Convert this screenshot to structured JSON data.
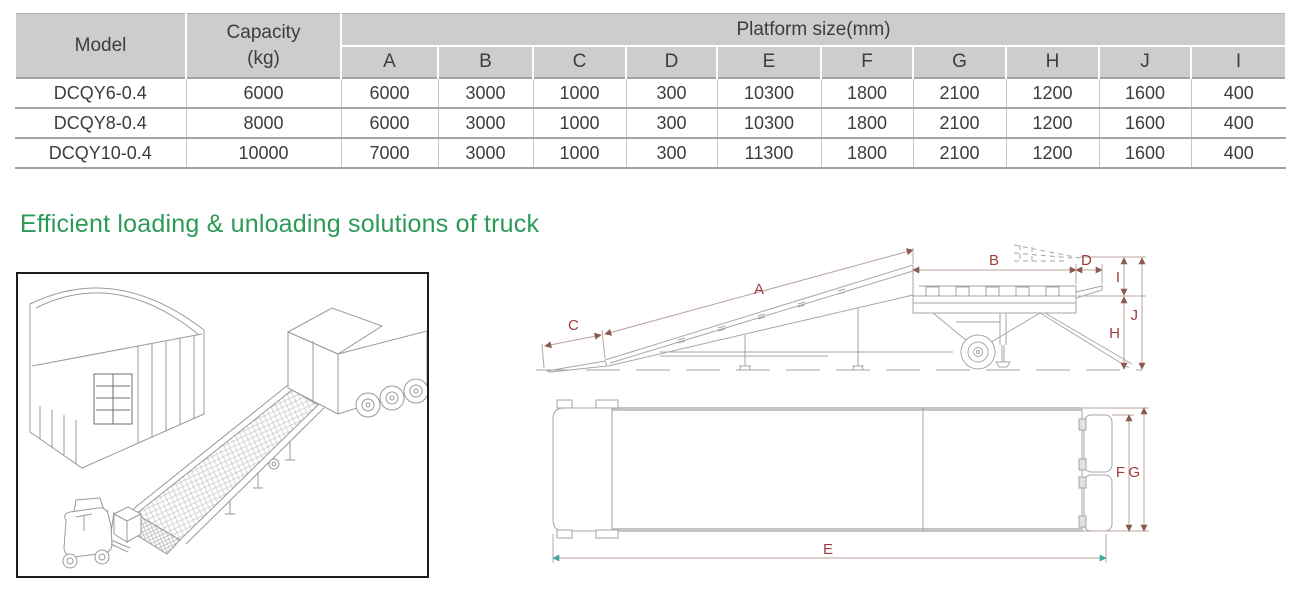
{
  "table": {
    "header": {
      "model": "Model",
      "capacity_line1": "Capacity",
      "capacity_line2": "(kg)",
      "platform": "Platform size(mm)",
      "dims": [
        "A",
        "B",
        "C",
        "D",
        "E",
        "F",
        "G",
        "H",
        "J",
        "I"
      ]
    },
    "rows": [
      {
        "model": "DCQY6-0.4",
        "capacity": "6000",
        "values": [
          "6000",
          "3000",
          "1000",
          "300",
          "10300",
          "1800",
          "2100",
          "1200",
          "1600",
          "400"
        ]
      },
      {
        "model": "DCQY8-0.4",
        "capacity": "8000",
        "values": [
          "6000",
          "3000",
          "1000",
          "300",
          "10300",
          "1800",
          "2100",
          "1200",
          "1600",
          "400"
        ]
      },
      {
        "model": "DCQY10-0.4",
        "capacity": "10000",
        "values": [
          "7000",
          "3000",
          "1000",
          "300",
          "11300",
          "1800",
          "2100",
          "1200",
          "1600",
          "400"
        ]
      }
    ]
  },
  "heading": {
    "text": "Efficient loading & unloading solutions of truck",
    "color": "#2b9a56"
  },
  "diagrams": {
    "side_view": {
      "labels": {
        "a": "A",
        "b": "B",
        "c": "C",
        "d": "D",
        "i": "I",
        "j": "J",
        "h": "H"
      }
    },
    "top_view": {
      "labels": {
        "e": "E",
        "f": "F",
        "g": "G"
      }
    }
  },
  "colors": {
    "header_gray": "#cdcdcd",
    "row_line": "#a3a3a3",
    "dim_label": "#9e3b3b",
    "drawing_line": "#a6a6a6",
    "e_arrow_teal": "#3aa99a"
  }
}
